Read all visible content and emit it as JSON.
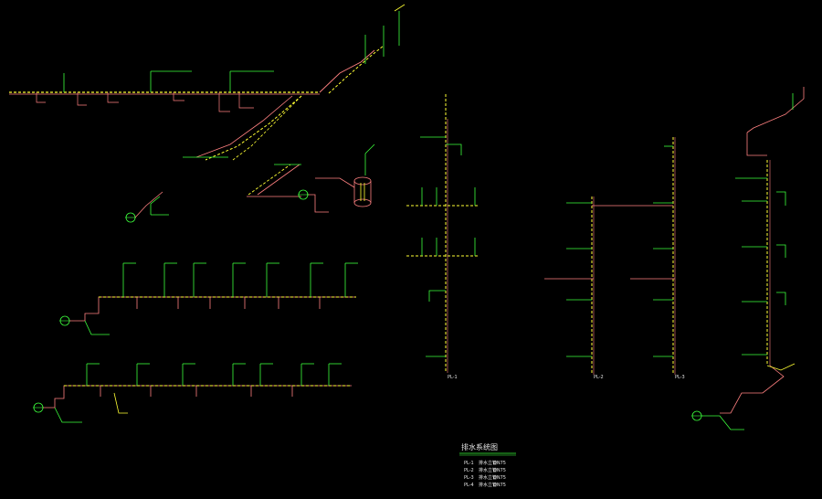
{
  "colors": {
    "background": "#000000",
    "pipe_main": "#ffff33",
    "pipe_drain": "#ff8080",
    "pipe_branch": "#3cff3c",
    "text": "#e6e6e6",
    "accent": "#ff3333"
  },
  "drawing": {
    "title": "排水系统图",
    "legend_rows": [
      [
        "PL-1",
        "排水立管",
        "DN75"
      ],
      [
        "PL-2",
        "排水立管",
        "DN75"
      ],
      [
        "PL-3",
        "排水立管",
        "DN75"
      ],
      [
        "PL-4",
        "排水立管",
        "DN75"
      ]
    ],
    "riser_labels": {
      "center": "PL-1",
      "right_a": "PL-2",
      "right_b": "PL-3"
    },
    "icons": [
      "riser-marker-icon",
      "water-heater-icon",
      "floor-drain-icon"
    ]
  }
}
